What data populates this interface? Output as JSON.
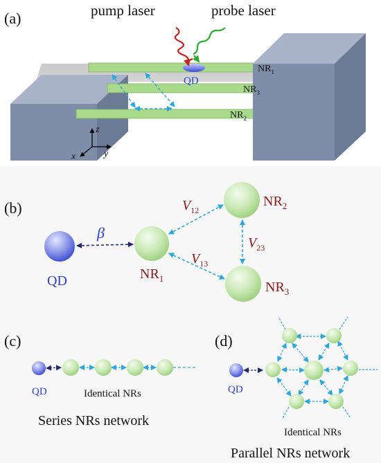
{
  "panel_a": {
    "label": "(a)",
    "pump_label": "pump laser",
    "probe_label": "probe laser",
    "qd_label": "QD",
    "nr1_main": "NR",
    "nr1_sub": "1",
    "nr3_main": "NR",
    "nr3_sub": "3",
    "nr2_main": "NR",
    "nr2_sub": "2",
    "axis_z": "z",
    "axis_y": "y",
    "axis_x": "x"
  },
  "panel_b": {
    "label": "(b)",
    "beta": "β",
    "qd_label": "QD",
    "nr1_main": "NR",
    "nr1_sub": "1",
    "nr2_main": "NR",
    "nr2_sub": "2",
    "nr3_main": "NR",
    "nr3_sub": "3",
    "v12_main": "V",
    "v12_sub": "12",
    "v13_main": "V",
    "v13_sub": "13",
    "v23_main": "V",
    "v23_sub": "23"
  },
  "panel_c": {
    "label": "(c)",
    "qd_label": "QD",
    "nrs_label": "Identical NRs",
    "caption": "Series NRs network"
  },
  "panel_d": {
    "label": "(d)",
    "qd_label": "QD",
    "nrs_label": "Identical NRs",
    "caption": "Parallel NRs network"
  },
  "colors": {
    "beam_green": "#a9d98a",
    "nr_text": "#8b1a1a",
    "qd_blue": "#2a3fd0",
    "coupling_cyan": "#2aa7e0",
    "block_blue": "#7f8ea8",
    "pump_red": "#cc1f1f",
    "probe_green": "#2daa2d"
  }
}
